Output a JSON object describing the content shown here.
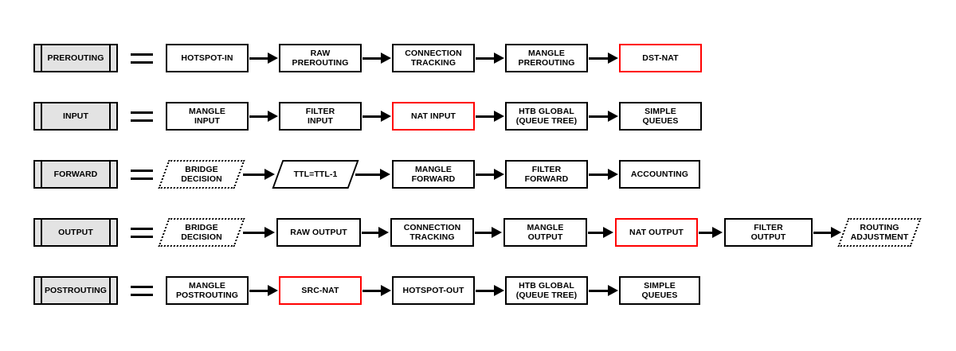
{
  "colors": {
    "background": "#ffffff",
    "box_border": "#000000",
    "highlight_border": "#ff0000",
    "label_fill": "#e3e3e3",
    "text": "#000000"
  },
  "rows": [
    {
      "label": "PREROUTING",
      "nodes": [
        {
          "label": "HOTSPOT-IN",
          "shape": "box"
        },
        {
          "label": "RAW PREROUTING",
          "shape": "box"
        },
        {
          "label": "CONNECTION\nTRACKING",
          "shape": "box"
        },
        {
          "label": "MANGLE\nPREROUTING",
          "shape": "box"
        },
        {
          "label": "DST-NAT",
          "shape": "box",
          "highlighted": true
        }
      ]
    },
    {
      "label": "INPUT",
      "nodes": [
        {
          "label": "MANGLE\nINPUT",
          "shape": "box"
        },
        {
          "label": "FILTER\nINPUT",
          "shape": "box"
        },
        {
          "label": "NAT INPUT",
          "shape": "box",
          "highlighted": true
        },
        {
          "label": "HTB GLOBAL\n(QUEUE TREE)",
          "shape": "box"
        },
        {
          "label": "SIMPLE\nQUEUES",
          "shape": "box"
        }
      ]
    },
    {
      "label": "FORWARD",
      "nodes": [
        {
          "label": "BRIDGE\nDECISION",
          "shape": "parallelogram-dotted"
        },
        {
          "label": "TTL=TTL-1",
          "shape": "parallelogram"
        },
        {
          "label": "MANGLE\nFORWARD",
          "shape": "box"
        },
        {
          "label": "FILTER\nFORWARD",
          "shape": "box"
        },
        {
          "label": "ACCOUNTING",
          "shape": "box"
        }
      ]
    },
    {
      "label": "OUTPUT",
      "nodes": [
        {
          "label": "BRIDGE\nDECISION",
          "shape": "parallelogram-dotted"
        },
        {
          "label": "RAW OUTPUT",
          "shape": "box"
        },
        {
          "label": "CONNECTION\nTRACKING",
          "shape": "box"
        },
        {
          "label": "MANGLE\nOUTPUT",
          "shape": "box"
        },
        {
          "label": "NAT OUTPUT",
          "shape": "box",
          "highlighted": true
        },
        {
          "label": "FILTER\nOUTPUT",
          "shape": "box"
        },
        {
          "label": "ROUTING\nADJUSTMENT",
          "shape": "parallelogram-dotted"
        }
      ]
    },
    {
      "label": "POSTROUTING",
      "nodes": [
        {
          "label": "MANGLE\nPOSTROUTING",
          "shape": "box"
        },
        {
          "label": "SRC-NAT",
          "shape": "box",
          "highlighted": true
        },
        {
          "label": "HOTSPOT-OUT",
          "shape": "box"
        },
        {
          "label": "HTB GLOBAL\n(QUEUE TREE)",
          "shape": "box"
        },
        {
          "label": "SIMPLE\nQUEUES",
          "shape": "box"
        }
      ]
    }
  ]
}
